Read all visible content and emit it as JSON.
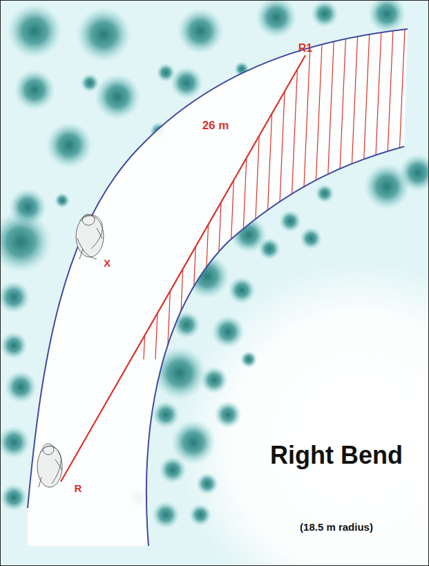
{
  "diagram": {
    "title": "Right Bend",
    "caption": "(18.5 m radius)",
    "labels": [
      "R1",
      "26 m",
      "X",
      "R"
    ]
  }
}
